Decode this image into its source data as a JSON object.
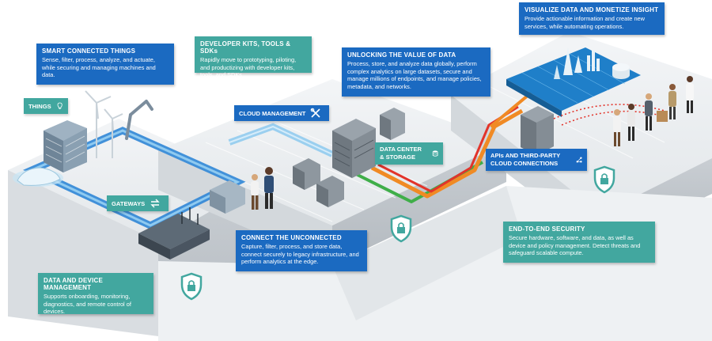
{
  "callouts": {
    "smart_things": {
      "title": "SMART CONNECTED THINGS",
      "desc": "Sense, filter, process, analyze, and actuate, while securing and managing machines and data."
    },
    "dev_kits": {
      "title": "DEVELOPER KITS, TOOLS & SDKs",
      "desc": "Rapidly move to prototyping, piloting, and productizing with developer kits, tools, and SDKs."
    },
    "unlocking": {
      "title": "UNLOCKING THE VALUE OF DATA",
      "desc": "Process, store, and analyze data globally, perform complex analytics on large datasets, secure and manage millions of endpoints, and manage policies, metadata, and networks."
    },
    "visualize": {
      "title": "VISUALIZE DATA AND MONETIZE INSIGHT",
      "desc": "Provide actionable information and create new services, while automating operations."
    },
    "connect": {
      "title": "CONNECT THE UNCONNECTED",
      "desc": "Capture, filter, process, and store data, connect securely to legacy infrastructure, and perform analytics at the edge."
    },
    "data_device": {
      "title": "DATA AND DEVICE MANAGEMENT",
      "desc": "Supports onboarding, monitoring, diagnostics, and remote control of devices."
    },
    "security": {
      "title": "END-TO-END SECURITY",
      "desc": "Secure hardware, software, and data, as well as device and policy management. Detect threats and safeguard scalable compute."
    }
  },
  "tags": {
    "things": "THINGS",
    "cloud_mgmt": "CLOUD MANAGEMENT",
    "gateways": "GATEWAYS",
    "data_center": "DATA CENTER & STORAGE",
    "apis": "APIs AND THIRD-PARTY CLOUD CONNECTIONS"
  },
  "colors": {
    "blue": "#1b6ac1",
    "teal": "#42a79f",
    "platform": "#e9ecef",
    "flow_green": "#3fae49",
    "flow_orange": "#f08a24",
    "flow_red": "#e2342b",
    "flow_blue": "#6fb7e6"
  },
  "icons": [
    "lightbulb-icon",
    "tools-icon",
    "gateway-arrows-icon",
    "database-icon",
    "network-icon",
    "lock-shield-icon"
  ]
}
